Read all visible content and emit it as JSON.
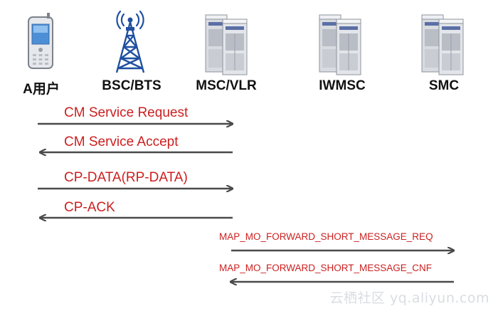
{
  "nodes": [
    {
      "id": "a",
      "label": "A用户",
      "icon": "mobile-phone-icon"
    },
    {
      "id": "bsc",
      "label": "BSC/BTS",
      "icon": "cell-tower-icon"
    },
    {
      "id": "msc",
      "label": "MSC/VLR",
      "icon": "server-rack-icon"
    },
    {
      "id": "iwmsc",
      "label": "IWMSC",
      "icon": "server-rack-icon"
    },
    {
      "id": "smc",
      "label": "SMC",
      "icon": "server-rack-icon"
    }
  ],
  "messages": [
    {
      "label": "CM Service Request",
      "from": "a",
      "to": "msc",
      "direction": "right"
    },
    {
      "label": "CM Service Accept",
      "from": "msc",
      "to": "a",
      "direction": "left"
    },
    {
      "label": "CP-DATA(RP-DATA)",
      "from": "a",
      "to": "msc",
      "direction": "right"
    },
    {
      "label": "CP-ACK",
      "from": "msc",
      "to": "a",
      "direction": "left"
    },
    {
      "label": "MAP_MO_FORWARD_SHORT_MESSAGE_REQ",
      "from": "msc",
      "to": "smc",
      "direction": "right"
    },
    {
      "label": "MAP_MO_FORWARD_SHORT_MESSAGE_CNF",
      "from": "smc",
      "to": "msc",
      "direction": "left"
    }
  ],
  "colors": {
    "message_text": "#cc1f1f",
    "arrow": "#4a4a4a",
    "node_label": "#111111",
    "tower": "#1f4fa0"
  },
  "watermark": "云栖社区 yq.aliyun.com"
}
